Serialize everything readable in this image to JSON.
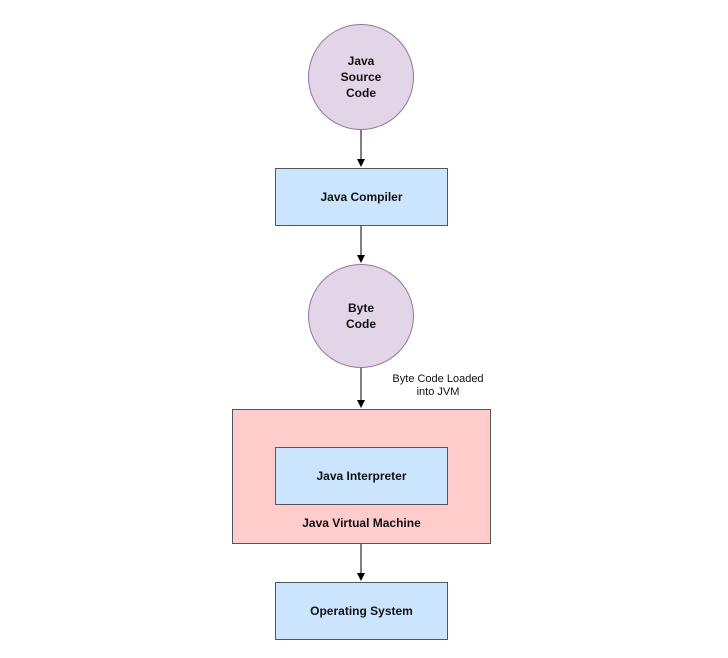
{
  "nodes": {
    "java_source_code": [
      "Java",
      "Source",
      "Code"
    ],
    "java_compiler": "Java Compiler",
    "byte_code": [
      "Byte",
      "Code"
    ],
    "java_interpreter": "Java Interpreter",
    "java_virtual_machine": "Java Virtual Machine",
    "operating_system": "Operating System"
  },
  "edge_labels": {
    "byte_code_loaded": [
      "Byte Code Loaded",
      "into JVM"
    ]
  },
  "colors": {
    "circle_fill": "#e1d5e7",
    "circle_stroke": "#9673a6",
    "box_fill": "#cce5ff",
    "jvm_fill": "#ffcccc",
    "stroke": "#555555",
    "arrow": "#000000"
  }
}
